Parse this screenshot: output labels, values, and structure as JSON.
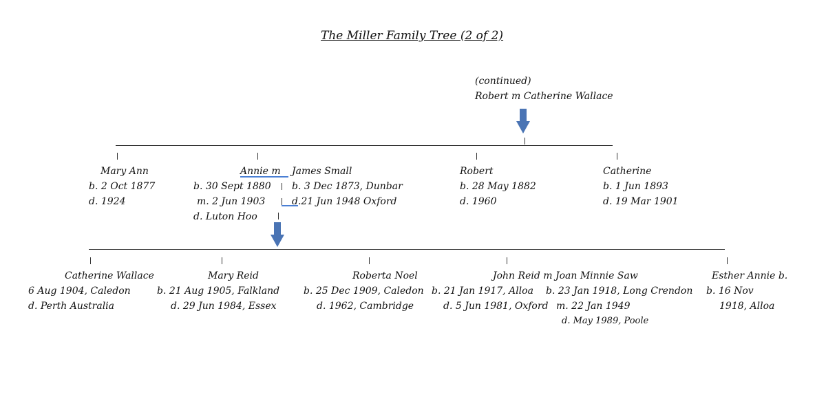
{
  "title": "The Miller Family Tree (2 of 2)",
  "top": {
    "continued": "(continued)",
    "parents": "Robert m Catherine Wallace"
  },
  "gen1": {
    "mary_ann": {
      "name": "Mary Ann",
      "born": "b. 2 Oct 1877",
      "died": "d. 1924"
    },
    "annie": {
      "name": "Annie  m",
      "spouse": "James Small",
      "born": "b. 30 Sept 1880",
      "married": "m. 2 Jun 1903",
      "died": "d. Luton Hoo",
      "spouse_born": "b. 3 Dec 1873, Dunbar",
      "spouse_died": "d.21 Jun 1948 Oxford"
    },
    "robert": {
      "name": "Robert",
      "born": "b. 28 May 1882",
      "died": "d. 1960"
    },
    "catherine": {
      "name": "Catherine",
      "born": "b. 1 Jun 1893",
      "died": "d. 19 Mar 1901"
    }
  },
  "gen2": {
    "catherine_wallace": {
      "name": "Catherine Wallace",
      "born": "6 Aug 1904, Caledon",
      "died": "d. Perth Australia"
    },
    "mary_reid": {
      "name": "Mary Reid",
      "born": "b. 21 Aug 1905, Falkland",
      "died": "d. 29 Jun 1984, Essex"
    },
    "roberta_noel": {
      "name": "Roberta Noel",
      "born": "b. 25 Dec 1909, Caledon",
      "died": "d. 1962, Cambridge"
    },
    "john_reid": {
      "name": "John Reid m Joan Minnie Saw",
      "born": "b. 21 Jan 1917, Alloa",
      "died": "d. 5 Jun 1981, Oxford",
      "spouse_born": "b. 23 Jan 1918, Long Crendon",
      "married": "m. 22 Jan 1949",
      "spouse_died": "d. May 1989, Poole"
    },
    "esther": {
      "name": "Esther Annie b.",
      "born": "b. 16 Nov",
      "born2": "1918, Alloa"
    }
  },
  "colors": {
    "arrow": "#4a74b4",
    "line": "#333333",
    "underline": "#4a7fd4"
  }
}
